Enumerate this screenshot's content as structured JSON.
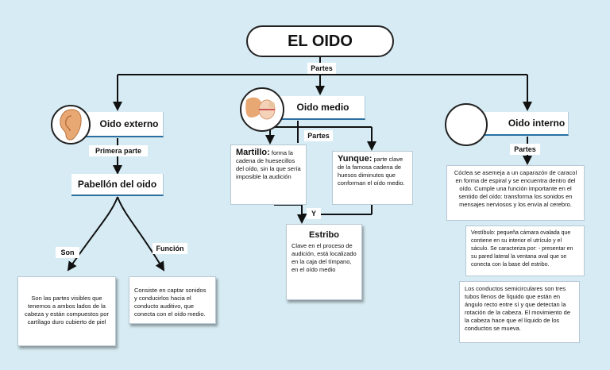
{
  "title": "EL OIDO",
  "labels": {
    "partes_top": "Partes",
    "primera_parte": "Primera parte",
    "partes_medio": "Partes",
    "y": "Y",
    "partes_interno": "Partes",
    "son": "Son",
    "funcion": "Función"
  },
  "externo": {
    "heading": "Oido externo",
    "pabellon": "Pabellón del oido",
    "son_text": "Son las partes visibles que tenemos a ambos lados de la cabeza y están compuestos por cartílago duro cubierto de piel",
    "funcion_text": "Consiste en captar sonidos y conducirlos hacia el conducto auditivo, que conecta con el oído medio."
  },
  "medio": {
    "heading": "Oido medio",
    "martillo_title": "Martillo:",
    "martillo_text": "forma la cadena de huesecillos del oído, sin la que sería imposible la audición",
    "yunque_title": "Yunque:",
    "yunque_text": "parte clave de la famosa cadena de huesos diminutos que conforman el oído medio.",
    "estribo_title": "Estribo",
    "estribo_text": "Clave en el proceso de audición, está localizado en la caja del tímpano, en el oído medio"
  },
  "interno": {
    "heading": "Oido interno",
    "coclea_text": "Cóclea se asemeja a un caparazón de caracol en forma de espiral y se encuentra dentro del oído. Cumple una función importante en el sentido del oído: transforma los sonidos en mensajes nerviosos y los envía al cerebro.",
    "vestibulo_text": "Vestíbulo: pequeña cámara ovalada que contiene en su interior el utrículo y el sáculo. Se caracteriza por: - presentar en su pared lateral la ventana oval que se conecta con la base del estribo.",
    "semicirculares_text": "Los conductos semicirculares son tres tubos llenos de líquido que están en ángulo recto entre sí y que detectan la rotación de la cabeza. El movimiento de la cabeza hace que el líquido de los conductos se mueva."
  },
  "colors": {
    "background": "#d6ebf3",
    "accent": "#2a6fa0",
    "skin": "#e8a873"
  },
  "icons": [
    "ear-icon",
    "middle-ear-icon"
  ]
}
